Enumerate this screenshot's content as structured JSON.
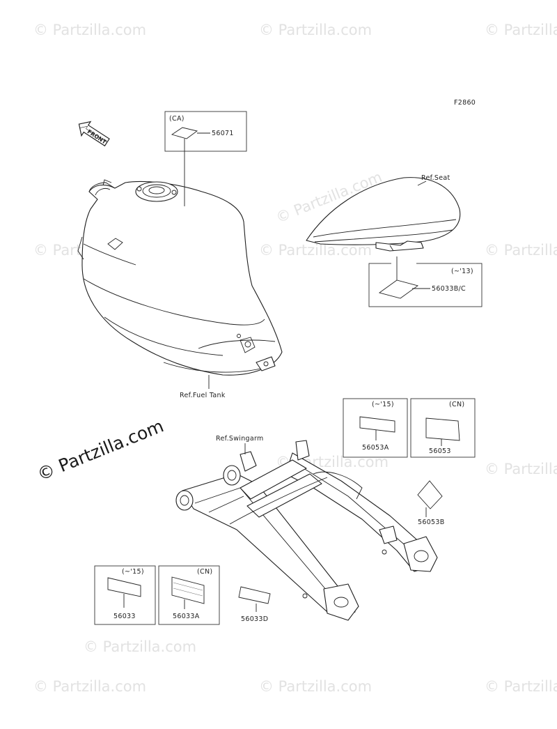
{
  "diagram": {
    "figure_code": "F2860",
    "front_label": "FRONT",
    "watermark": "© Partzilla.com",
    "watermark_small": "© Partzilla.com",
    "refs": {
      "seat": "Ref.Seat",
      "fuel_tank": "Ref.Fuel Tank",
      "swingarm": "Ref.Swingarm"
    },
    "callouts": [
      {
        "qualifier": "(CA)",
        "part": "56071"
      },
      {
        "qualifier": "(~'13)",
        "part": "56033B/C"
      },
      {
        "qualifier": "(~'15)",
        "part": "56053A"
      },
      {
        "qualifier": "(CN)",
        "part": "56053"
      },
      {
        "qualifier": "",
        "part": "56053B"
      },
      {
        "qualifier": "(~'15)",
        "part": "56033"
      },
      {
        "qualifier": "(CN)",
        "part": "56033A"
      },
      {
        "qualifier": "",
        "part": "56033D"
      }
    ]
  }
}
